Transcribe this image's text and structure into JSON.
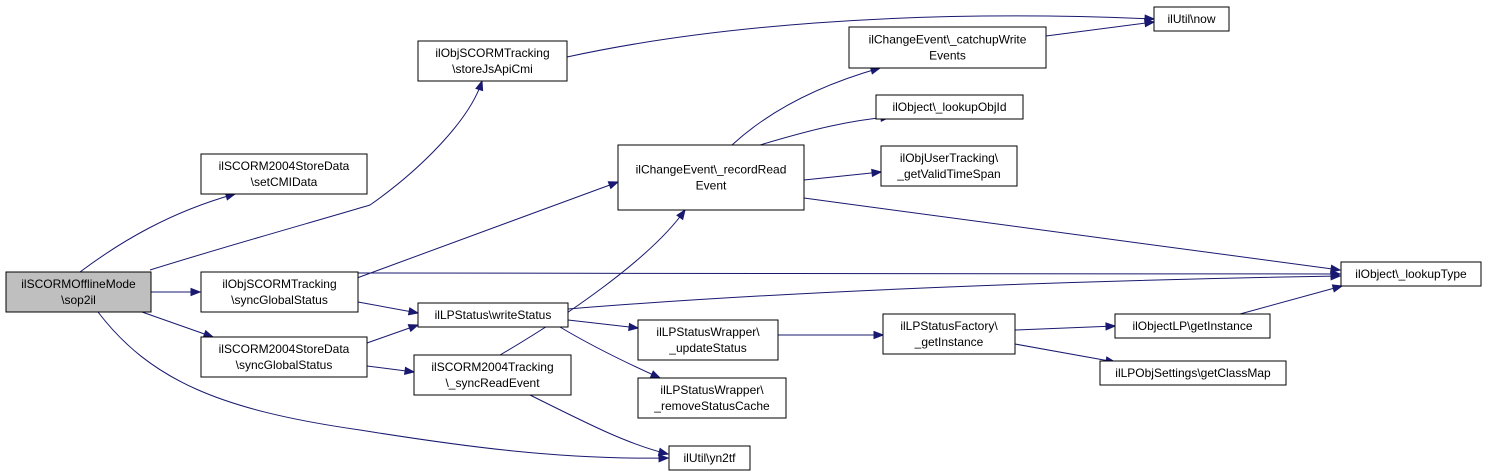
{
  "nodes": [
    {
      "id": "sop2il",
      "lines": [
        "ilSCORMOfflineMode",
        "\\sop2il"
      ],
      "root": true
    },
    {
      "id": "setCMIData",
      "lines": [
        "ilSCORM2004StoreData",
        "\\setCMIData"
      ]
    },
    {
      "id": "storeJsApiCmi",
      "lines": [
        "ilObjSCORMTracking",
        "\\storeJsApiCmi"
      ]
    },
    {
      "id": "objSyncGlobalStatus",
      "lines": [
        "ilObjSCORMTracking",
        "\\syncGlobalStatus"
      ]
    },
    {
      "id": "storeSyncGlobalStatus",
      "lines": [
        "ilSCORM2004StoreData",
        "\\syncGlobalStatus"
      ]
    },
    {
      "id": "writeStatus",
      "lines": [
        "ilLPStatus\\writeStatus"
      ]
    },
    {
      "id": "syncReadEvent",
      "lines": [
        "ilSCORM2004Tracking",
        "\\_syncReadEvent"
      ]
    },
    {
      "id": "recordReadEvent",
      "lines": [
        "ilChangeEvent\\_recordRead",
        "Event"
      ]
    },
    {
      "id": "catchupWriteEvents",
      "lines": [
        "ilChangeEvent\\_catchupWrite",
        "Events"
      ]
    },
    {
      "id": "lookupObjId",
      "lines": [
        "ilObject\\_lookupObjId"
      ]
    },
    {
      "id": "getValidTimeSpan",
      "lines": [
        "ilObjUserTracking\\",
        "_getValidTimeSpan"
      ]
    },
    {
      "id": "now",
      "lines": [
        "ilUtil\\now"
      ]
    },
    {
      "id": "lookupType",
      "lines": [
        "ilObject\\_lookupType"
      ]
    },
    {
      "id": "updateStatus",
      "lines": [
        "ilLPStatusWrapper\\",
        "_updateStatus"
      ]
    },
    {
      "id": "removeStatusCache",
      "lines": [
        "ilLPStatusWrapper\\",
        "_removeStatusCache"
      ]
    },
    {
      "id": "factoryGetInstance",
      "lines": [
        "ilLPStatusFactory\\",
        "_getInstance"
      ]
    },
    {
      "id": "objectLPGetInstance",
      "lines": [
        "ilObjectLP\\getInstance"
      ]
    },
    {
      "id": "getClassMap",
      "lines": [
        "ilLPObjSettings\\getClassMap"
      ]
    },
    {
      "id": "yn2tf",
      "lines": [
        "ilUtil\\yn2tf"
      ]
    }
  ],
  "edges": [
    {
      "from": "sop2il",
      "to": "setCMIData"
    },
    {
      "from": "sop2il",
      "to": "storeJsApiCmi"
    },
    {
      "from": "sop2il",
      "to": "objSyncGlobalStatus"
    },
    {
      "from": "sop2il",
      "to": "storeSyncGlobalStatus"
    },
    {
      "from": "sop2il",
      "to": "yn2tf"
    },
    {
      "from": "storeJsApiCmi",
      "to": "now"
    },
    {
      "from": "objSyncGlobalStatus",
      "to": "recordReadEvent"
    },
    {
      "from": "objSyncGlobalStatus",
      "to": "lookupType"
    },
    {
      "from": "objSyncGlobalStatus",
      "to": "writeStatus"
    },
    {
      "from": "storeSyncGlobalStatus",
      "to": "writeStatus"
    },
    {
      "from": "storeSyncGlobalStatus",
      "to": "syncReadEvent"
    },
    {
      "from": "writeStatus",
      "to": "lookupType"
    },
    {
      "from": "writeStatus",
      "to": "updateStatus"
    },
    {
      "from": "writeStatus",
      "to": "removeStatusCache"
    },
    {
      "from": "syncReadEvent",
      "to": "recordReadEvent"
    },
    {
      "from": "syncReadEvent",
      "to": "yn2tf"
    },
    {
      "from": "recordReadEvent",
      "to": "catchupWriteEvents"
    },
    {
      "from": "recordReadEvent",
      "to": "lookupObjId"
    },
    {
      "from": "recordReadEvent",
      "to": "getValidTimeSpan"
    },
    {
      "from": "recordReadEvent",
      "to": "lookupType"
    },
    {
      "from": "catchupWriteEvents",
      "to": "now"
    },
    {
      "from": "updateStatus",
      "to": "factoryGetInstance"
    },
    {
      "from": "factoryGetInstance",
      "to": "objectLPGetInstance"
    },
    {
      "from": "factoryGetInstance",
      "to": "getClassMap"
    },
    {
      "from": "objectLPGetInstance",
      "to": "lookupType"
    }
  ]
}
